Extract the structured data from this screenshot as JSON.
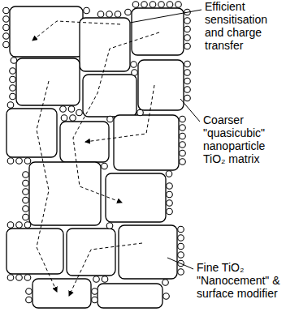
{
  "diagram": {
    "labels": [
      "Efficient sensitisation and charge transfer",
      "Coarser \"quasicubic\" nanoparticle TiO₂ matrix",
      "Fine TiO₂ \"Nanocement\" & surface modifier"
    ]
  }
}
